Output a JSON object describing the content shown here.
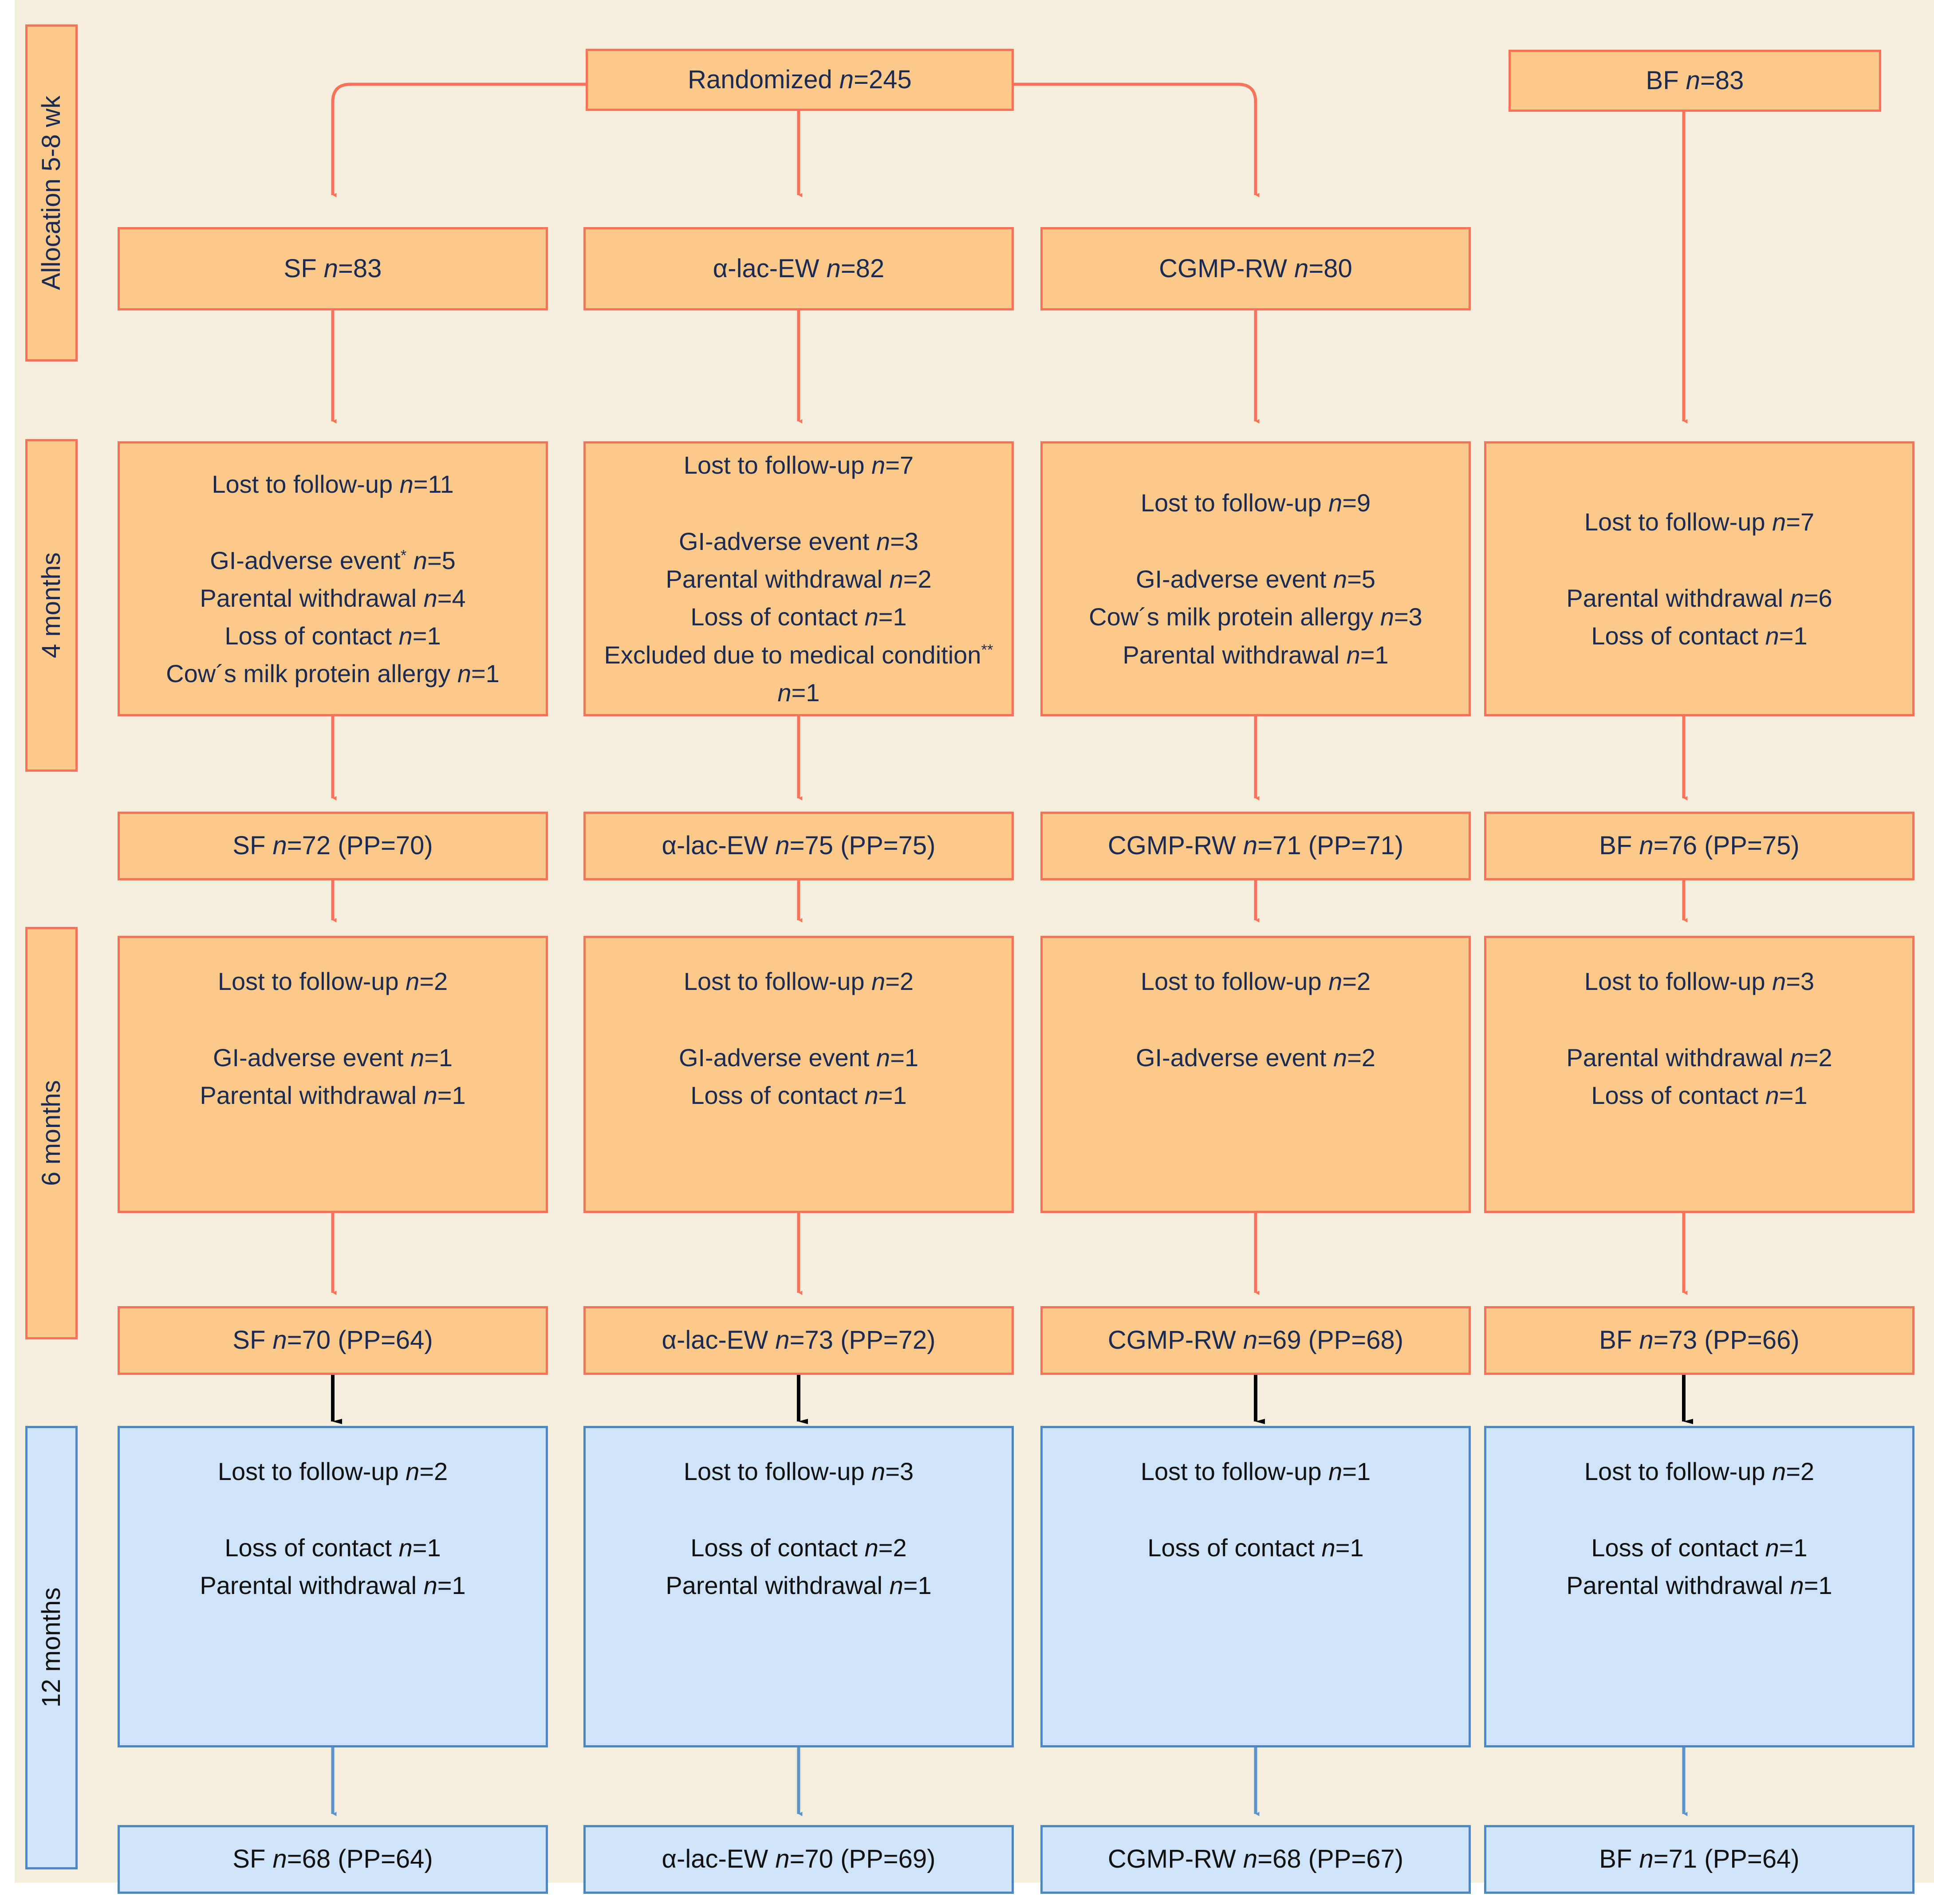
{
  "figure": {
    "type": "consort-flow-diagram",
    "palette": {
      "canvas_bg": "#f4eedc",
      "orange_fill": "#fbc98a",
      "orange_border": "#f9735a",
      "blue_fill": "#cfe3fa",
      "blue_border": "#4a87c4",
      "orange_arrow": "#f9735a",
      "blue_arrow": "#5b93cb",
      "black_arrow": "#000000",
      "text": "#1b2a52"
    }
  },
  "stage_labels": [
    {
      "id": "allocation",
      "text": "Allocation 5-8 wk",
      "style": "orange"
    },
    {
      "id": "four-months",
      "text": "4 months",
      "style": "orange"
    },
    {
      "id": "six-months",
      "text": "6 months",
      "style": "orange"
    },
    {
      "id": "twelve-months",
      "text": "12 months",
      "style": "blue"
    }
  ],
  "top": {
    "randomized": "Randomized n=245",
    "breastfed": "BF n=83"
  },
  "allocation_row": [
    {
      "id": "sf",
      "text": "SF n=83"
    },
    {
      "id": "alac",
      "text": "α-lac-EW n=82"
    },
    {
      "id": "cgmp",
      "text": "CGMP-RW n=80"
    }
  ],
  "four_month_losses": [
    {
      "id": "sf",
      "head": "Lost to follow-up n=11",
      "reasons": [
        "GI-adverse event* n=5",
        "Parental withdrawal n=4",
        "Loss of contact n=1",
        "Cow´s milk protein allergy n=1"
      ]
    },
    {
      "id": "alac",
      "head": "Lost to follow-up n=7",
      "reasons": [
        "GI-adverse event n=3",
        "Parental withdrawal n=2",
        "Loss of contact n=1",
        "Excluded due to medical condition** n=1"
      ]
    },
    {
      "id": "cgmp",
      "head": "Lost to follow-up n=9",
      "reasons": [
        "GI-adverse event n=5",
        "Cow´s milk protein allergy n=3",
        "Parental withdrawal n=1"
      ]
    },
    {
      "id": "bf",
      "head": "Lost to follow-up n=7",
      "reasons": [
        "Parental withdrawal n=6",
        "Loss of contact n=1"
      ]
    }
  ],
  "four_month_results": [
    {
      "id": "sf",
      "text": "SF n=72 (PP=70)"
    },
    {
      "id": "alac",
      "text": "α-lac-EW n=75 (PP=75)"
    },
    {
      "id": "cgmp",
      "text": "CGMP-RW n=71 (PP=71)"
    },
    {
      "id": "bf",
      "text": "BF n=76 (PP=75)"
    }
  ],
  "six_month_losses": [
    {
      "id": "sf",
      "head": "Lost to follow-up n=2",
      "reasons": [
        "GI-adverse event n=1",
        "Parental withdrawal n=1"
      ]
    },
    {
      "id": "alac",
      "head": "Lost to follow-up n=2",
      "reasons": [
        "GI-adverse event n=1",
        "Loss of contact n=1"
      ]
    },
    {
      "id": "cgmp",
      "head": "Lost to follow-up n=2",
      "reasons": [
        "GI-adverse event n=2"
      ]
    },
    {
      "id": "bf",
      "head": "Lost to follow-up n=3",
      "reasons": [
        "Parental withdrawal n=2",
        "Loss of contact n=1"
      ]
    }
  ],
  "six_month_results": [
    {
      "id": "sf",
      "text": "SF n=70 (PP=64)"
    },
    {
      "id": "alac",
      "text": "α-lac-EW n=73 (PP=72)"
    },
    {
      "id": "cgmp",
      "text": "CGMP-RW n=69 (PP=68)"
    },
    {
      "id": "bf",
      "text": "BF n=73 (PP=66)"
    }
  ],
  "twelve_month_losses": [
    {
      "id": "sf",
      "head": "Lost to follow-up n=2",
      "reasons": [
        "Loss of contact n=1",
        "Parental withdrawal n=1"
      ]
    },
    {
      "id": "alac",
      "head": "Lost to follow-up n=3",
      "reasons": [
        "Loss of contact n=2",
        "Parental withdrawal n=1"
      ]
    },
    {
      "id": "cgmp",
      "head": "Lost to follow-up n=1",
      "reasons": [
        "Loss of contact n=1"
      ]
    },
    {
      "id": "bf",
      "head": "Lost to follow-up n=2",
      "reasons": [
        "Loss of contact n=1",
        "Parental withdrawal n=1"
      ]
    }
  ],
  "twelve_month_results": [
    {
      "id": "sf",
      "text": "SF n=68 (PP=64)"
    },
    {
      "id": "alac",
      "text": "α-lac-EW n=70 (PP=69)"
    },
    {
      "id": "cgmp",
      "text": "CGMP-RW n=68 (PP=67)"
    },
    {
      "id": "bf",
      "text": "BF n=71 (PP=64)"
    }
  ]
}
